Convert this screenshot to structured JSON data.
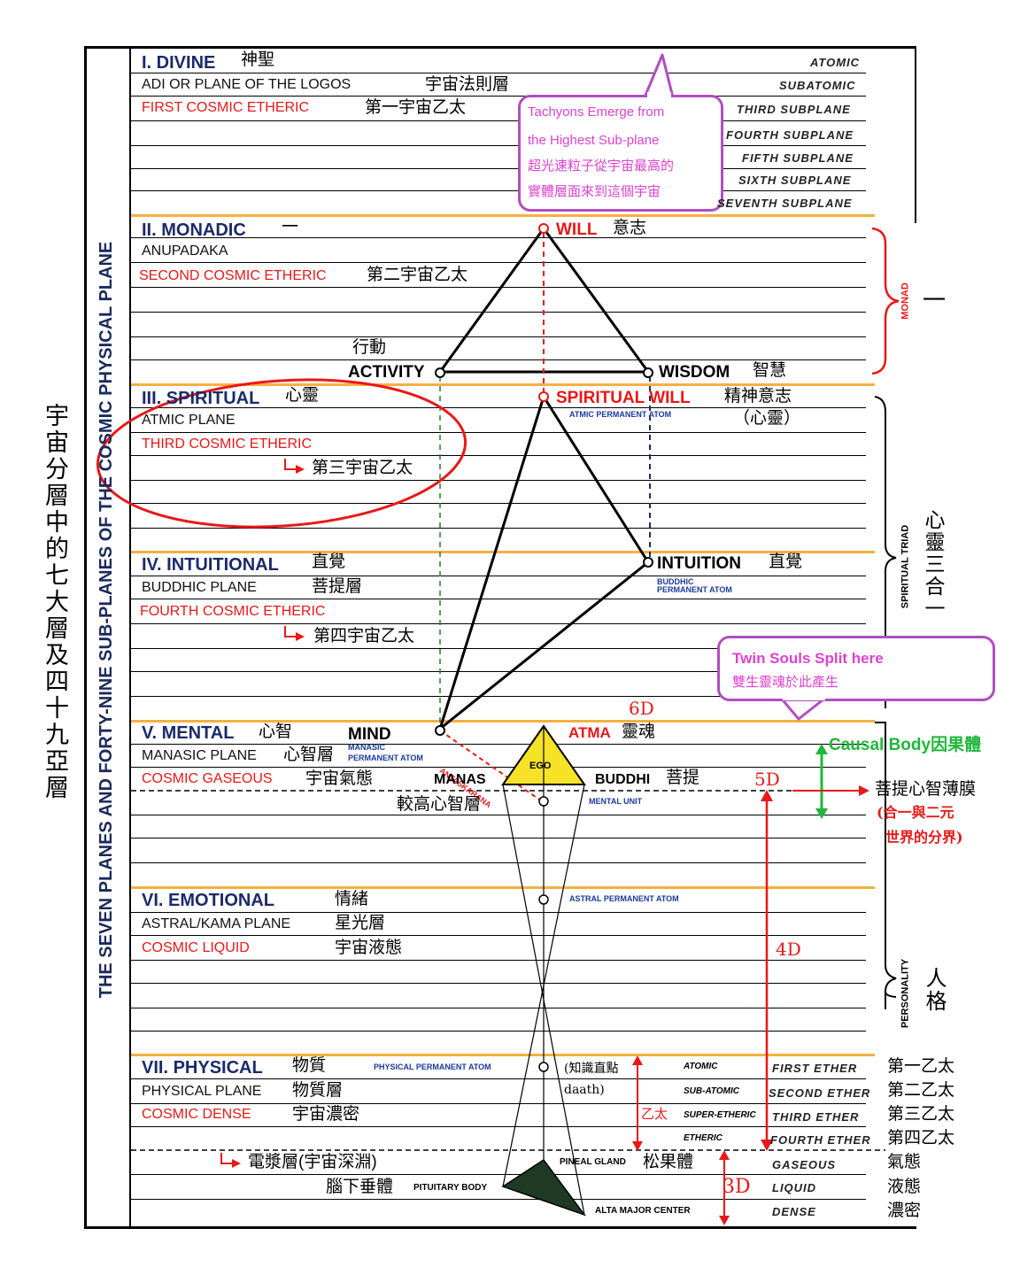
{
  "side_title_zh": "宇宙分層中的七大層及四十九亞層",
  "side_title_en": "THE SEVEN PLANES AND FORTY-NINE SUB-PLANES OF THE COSMIC PHYSICAL PLANE",
  "planes": [
    {
      "title": "I. DIVINE",
      "zh": "神聖",
      "line2": "ADI OR PLANE OF THE LOGOS",
      "line2_zh": "宇宙法則層",
      "line3": "FIRST COSMIC ETHERIC",
      "line3_zh": "第一宇宙乙太"
    },
    {
      "title": "II. MONADIC",
      "zh": "一",
      "line2": "ANUPADAKA",
      "line3": "SECOND COSMIC ETHERIC",
      "line3_zh": "第二宇宙乙太"
    },
    {
      "title": "III. SPIRITUAL",
      "zh": "心靈",
      "line2": "ATMIC PLANE",
      "line3": "THIRD COSMIC ETHERIC",
      "line3_zh": "第三宇宙乙太"
    },
    {
      "title": "IV. INTUITIONAL",
      "zh": "直覺",
      "line2": "BUDDHIC PLANE",
      "line2_zh": "菩提層",
      "line3": "FOURTH COSMIC ETHERIC",
      "line3_zh": "第四宇宙乙太"
    },
    {
      "title": "V. MENTAL",
      "zh": "心智",
      "line2": "MANASIC PLANE",
      "line2_zh": "心智層",
      "line3": "COSMIC GASEOUS",
      "line3_zh": "宇宙氣態"
    },
    {
      "title": "VI. EMOTIONAL",
      "zh": "情緒",
      "line2": "ASTRAL/KAMA PLANE",
      "line2_zh": "星光層",
      "line3": "COSMIC LIQUID",
      "line3_zh": "宇宙液態"
    },
    {
      "title": "VII. PHYSICAL",
      "zh": "物質",
      "line2": "PHYSICAL PLANE",
      "line2_zh": "物質層",
      "line3": "COSMIC DENSE",
      "line3_zh": "宇宙濃密"
    }
  ],
  "subplanes": [
    "ATOMIC",
    "SUBATOMIC",
    "THIRD SUBPLANE",
    "FOURTH SUBPLANE",
    "FIFTH SUBPLANE",
    "SIXTH SUBPLANE",
    "SEVENTH SUBPLANE"
  ],
  "bubble_top": {
    "l1": "Tachyons Emerge from",
    "l2": "the Highest Sub-plane",
    "l3": "超光速粒子從宇宙最高的",
    "l4": "實體層面來到這個宇宙"
  },
  "bubble_mid": {
    "l1": "Twin Souls Split here",
    "l2": "雙生靈魂於此產生"
  },
  "labels": {
    "will": "WILL",
    "will_zh": "意志",
    "activity": "ACTIVITY",
    "activity_zh": "行動",
    "wisdom": "WISDOM",
    "wisdom_zh": "智慧",
    "spiritual_will": "SPIRITUAL  WILL",
    "spiritual_will_zh": "精神意志",
    "spiritual_will_zh2": "（心靈）",
    "atmic_atom": "ATMIC PERMANENT ATOM",
    "intuition": "INTUITION",
    "intuition_zh": "直覺",
    "buddhic_atom1": "BUDDHIC",
    "buddhic_atom2": "PERMANENT ATOM",
    "mind": "MIND",
    "manasic_atom1": "MANASIC",
    "manasic_atom2": "PERMANENT ATOM",
    "atma": "ATMA",
    "atma_zh": "靈魂",
    "ego": "EGO",
    "manas": "MANAS",
    "buddhi": "BUDDHI",
    "buddhi_zh": "菩提",
    "antaskarana": "ANTASKARANA",
    "higher_mind_zh": "較高心智層",
    "mental_unit": "MENTAL UNIT",
    "astral_atom": "ASTRAL PERMANENT ATOM",
    "physical_atom": "PHYSICAL PERMANENT ATOM",
    "daath1": "(知識直點",
    "daath2": "daath)",
    "ether_zh": "乙太",
    "plasma_zh": "電漿層(宇宙深淵)",
    "pineal": "PINEAL GLAND",
    "pineal_zh": "松果體",
    "pituitary_zh": "腦下垂體",
    "pituitary": "PITUITARY BODY",
    "alta": "ALTA MAJOR CENTER",
    "causal": "Causal Body因果體",
    "buddhic_membrane": "菩提心智薄膜",
    "membrane_note1": "(合一與二元",
    "membrane_note2": "世界的分界)",
    "d6": "6D",
    "d5": "5D",
    "d4": "4D",
    "d3": "3D"
  },
  "physical_sub": [
    {
      "left": "ATOMIC",
      "right": "FIRST ETHER",
      "zh": "第一乙太"
    },
    {
      "left": "SUB-ATOMIC",
      "right": "SECOND ETHER",
      "zh": "第二乙太"
    },
    {
      "left": "SUPER-ETHERIC",
      "right": "THIRD ETHER",
      "zh": "第三乙太"
    },
    {
      "left": "ETHERIC",
      "right": "FOURTH ETHER",
      "zh": "第四乙太"
    },
    {
      "left": "",
      "right": "GASEOUS",
      "zh": "氣態"
    },
    {
      "left": "",
      "right": "LIQUID",
      "zh": "液態"
    },
    {
      "left": "",
      "right": "DENSE",
      "zh": "濃密"
    }
  ],
  "right_groups": [
    {
      "label": "MONAD",
      "zh": "一"
    },
    {
      "label": "SPIRITUAL TRIAD",
      "zh": "心靈三合一"
    },
    {
      "label": "PERSONALITY",
      "zh": "人格"
    }
  ]
}
